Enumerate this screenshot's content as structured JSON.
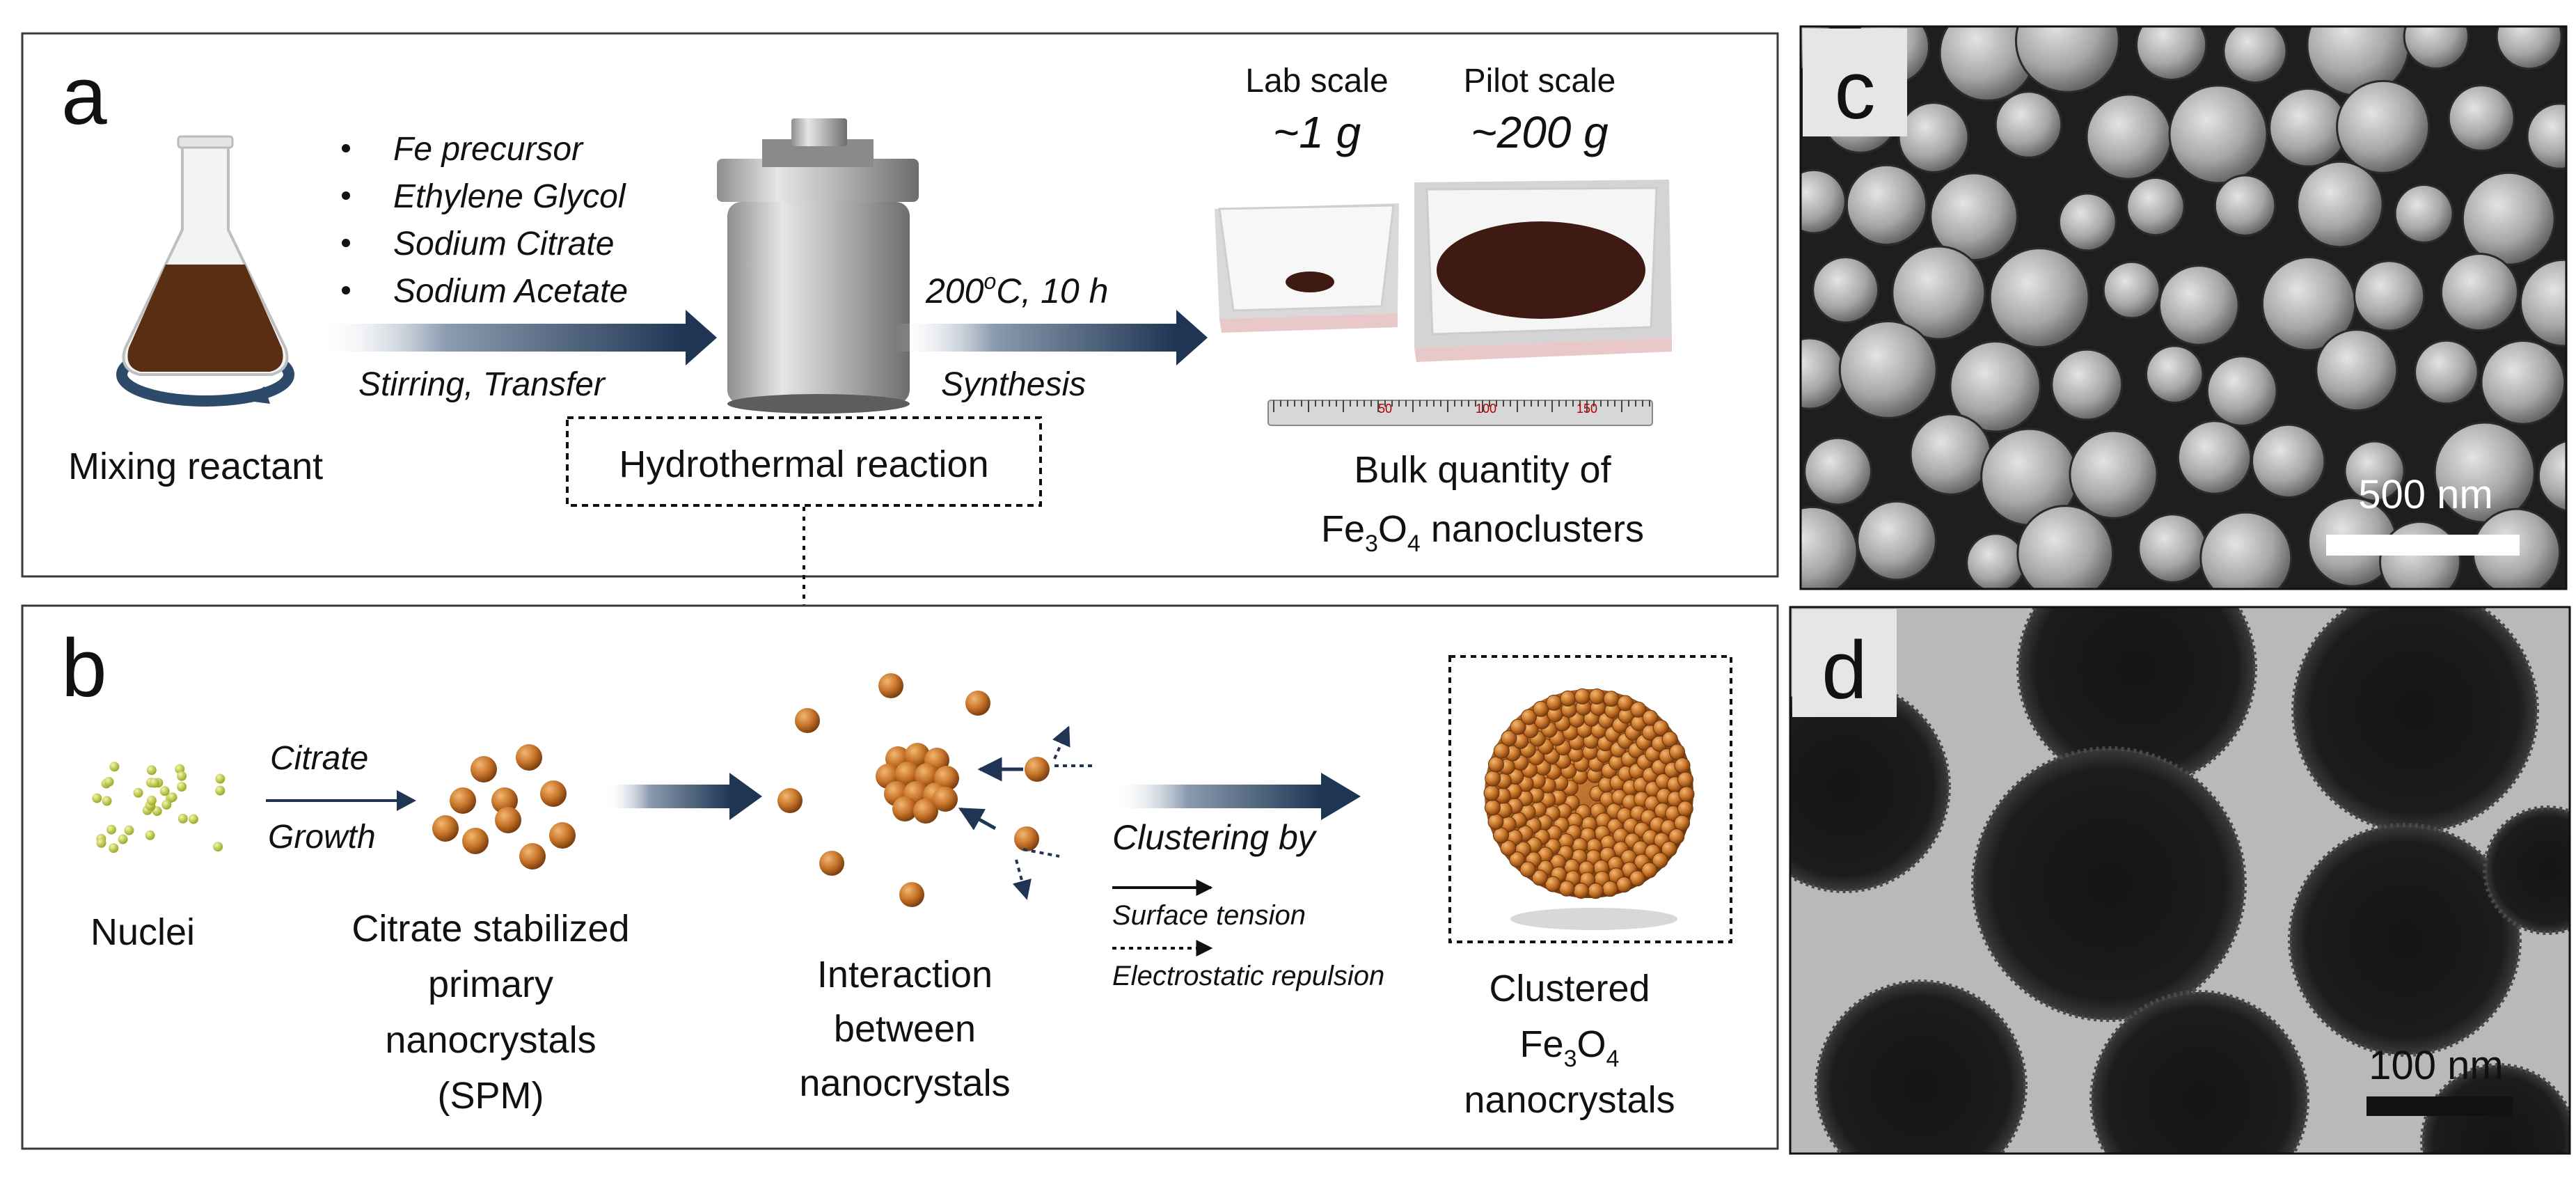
{
  "panel_a": {
    "letter": "a",
    "reagents": [
      "Fe precursor",
      "Ethylene Glycol",
      "Sodium Citrate",
      "Sodium Acetate"
    ],
    "step1_caption": "Stirring, Transfer",
    "mixing_label": "Mixing reactant",
    "hydro_label": "Hydrothermal reaction",
    "conditions": "200",
    "conditions_sup": "o",
    "conditions_rest": "C, 10 h",
    "synthesis_caption": "Synthesis",
    "lab_scale_label": "Lab scale",
    "lab_scale_value": "~1 g",
    "pilot_scale_label": "Pilot scale",
    "pilot_scale_value": "~200 g",
    "ruler_ticks": [
      "50",
      "100",
      "150"
    ],
    "bulk_line1": "Bulk quantity of",
    "bulk_fe": "Fe",
    "bulk_sub3": "3",
    "bulk_o": "O",
    "bulk_sub4": "4",
    "bulk_rest": " nanoclusters"
  },
  "panel_b": {
    "letter": "b",
    "citrate_label": "Citrate",
    "growth_label": "Growth",
    "nuclei_label": "Nuclei",
    "primary_line1": "Citrate stabilized",
    "primary_line2": "primary",
    "primary_line3": "nanocrystals",
    "primary_line4": "(SPM)",
    "interaction_line1": "Interaction",
    "interaction_line2": "between",
    "interaction_line3": "nanocrystals",
    "clustering_by": "Clustering by",
    "surface_tension": "Surface tension",
    "electrostatic": "Electrostatic repulsion",
    "clustered_line1": "Clustered",
    "clustered_fe": "Fe",
    "clustered_sub3": "3",
    "clustered_o": "O",
    "clustered_sub4": "4",
    "clustered_line3": "nanocrystals"
  },
  "panel_c": {
    "letter": "c",
    "scale_bar": "500 nm"
  },
  "panel_d": {
    "letter": "d",
    "scale_bar": "100 nm"
  },
  "colors": {
    "arrow_navy": "#1f3553",
    "particle_orange": "#b5651d",
    "nuclei_green": "#c6d23a",
    "flask_liquid": "#5a2e12",
    "powder": "#3e1a12"
  }
}
